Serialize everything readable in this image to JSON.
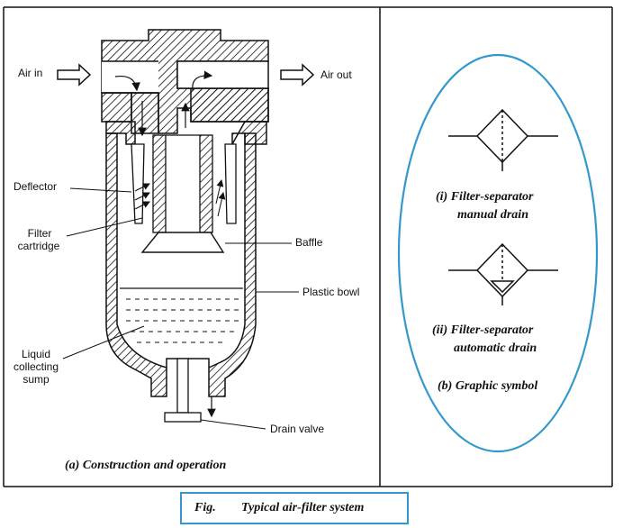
{
  "labels": {
    "air_in": "Air in",
    "air_out": "Air out",
    "deflector": "Deflector",
    "filter_cartridge_l1": "Filter",
    "filter_cartridge_l2": "cartridge",
    "baffle": "Baffle",
    "plastic_bowl": "Plastic bowl",
    "liquid_l1": "Liquid",
    "liquid_l2": "collecting",
    "liquid_l3": "sump",
    "drain_valve": "Drain valve"
  },
  "panel_a_caption": "(a) Construction and operation",
  "symbols": {
    "manual_l1": "(i)  Filter-separator",
    "manual_l2": "manual drain",
    "auto_l1": "(ii) Filter-separator",
    "auto_l2": "automatic drain",
    "caption": "(b) Graphic symbol"
  },
  "figure_caption": {
    "prefix": "Fig.",
    "title": "Typical air-filter system"
  },
  "colors": {
    "ink": "#111111",
    "accent": "#3399cc"
  }
}
